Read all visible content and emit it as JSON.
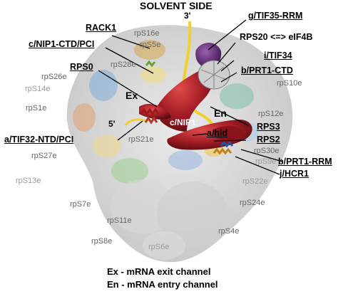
{
  "title": "SOLVENT SIDE",
  "factors": {
    "rack1": "RACK1",
    "nip1_ctd": "c/NIP1-CTD/PCI",
    "rps0": "RPS0",
    "tif32": "a/TIF32-NTD/PCI",
    "tif35": "g/TIF35-RRM",
    "rps20": "RPS20 <=> eIF4B",
    "tif34": "i/TIF34",
    "prt1_ctd": "b/PRT1-CTD",
    "rps3": "RPS3",
    "rps2": "RPS2",
    "hld": "a/hld",
    "prt1_rrm": "b/PRT1-RRM",
    "hcr1": "j/HCR1"
  },
  "proteins": {
    "rpS16e": "rpS16e",
    "rpS5e": "rpS5e",
    "rpS28e": "rpS28e",
    "rpS26e": "rpS26e",
    "rpS14e": "rpS14e",
    "rpS1e": "rpS1e",
    "rpS10e": "rpS10e",
    "rpS12e": "rpS12e",
    "rpS21e": "rpS21e",
    "rpS27e": "rpS27e",
    "rpS30e": "rpS30e",
    "rpS9e": "rpS9e",
    "rpS13e": "rpS13e",
    "rpS22e": "rpS22e",
    "rpS7e": "rpS7e",
    "rpS11e": "rpS11e",
    "rpS24e": "rpS24e",
    "rpS8e": "rpS8e",
    "rpS4e": "rpS4e",
    "rpS6e": "rpS6e"
  },
  "markers": {
    "ex": "Ex",
    "en": "En",
    "five_prime": "5'",
    "three_prime": "3'",
    "cnip1": "c/NIP1"
  },
  "legend": {
    "ex": "Ex - mRNA exit channel",
    "en": "En - mRNA entry channel"
  },
  "colors": {
    "ribosome": "#c9c9c9",
    "nip1": "#a01b24",
    "mrna": "#f0d030",
    "tif35": "#5b2a6e",
    "tif34": "#bdbdbd"
  }
}
